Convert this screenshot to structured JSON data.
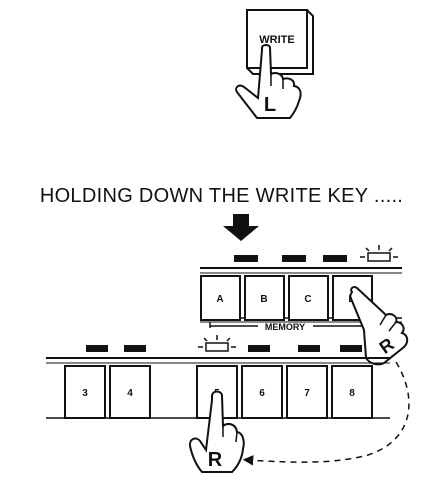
{
  "write_key": {
    "label": "WRITE",
    "hand_label": "L"
  },
  "caption": "HOLDING DOWN THE WRITE KEY .....",
  "memory_panel": {
    "label": "MEMORY",
    "keys": [
      "A",
      "B",
      "C",
      "D"
    ],
    "hand_label": "R"
  },
  "number_panel": {
    "keys": [
      "3",
      "4",
      "5",
      "6",
      "7",
      "8"
    ],
    "hand_label": "R"
  }
}
